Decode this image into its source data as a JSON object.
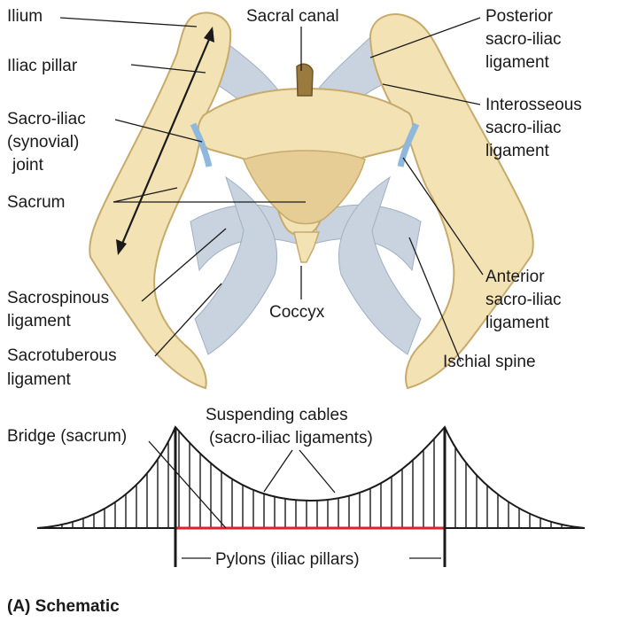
{
  "labels": {
    "ilium": "Ilium",
    "iliac_pillar": "Iliac pillar",
    "sacroiliac_joint": [
      "Sacro-iliac",
      "(synovial)",
      "joint"
    ],
    "sacrum": "Sacrum",
    "sacrospinous": [
      "Sacrospinous",
      "ligament"
    ],
    "sacrotuberous": [
      "Sacrotuberous",
      "ligament"
    ],
    "sacral_canal": "Sacral canal",
    "coccyx": "Coccyx",
    "posterior_ligament": [
      "Posterior",
      "sacro-iliac",
      "ligament"
    ],
    "interosseous_ligament": [
      "Interosseous",
      "sacro-iliac",
      "ligament"
    ],
    "anterior_ligament": [
      "Anterior",
      "sacro-iliac",
      "ligament"
    ],
    "ischial_spine": "Ischial spine"
  },
  "schematic": {
    "cables": [
      "Suspending cables",
      "(sacro-iliac ligaments)"
    ],
    "bridge": "Bridge (sacrum)",
    "pylons": "Pylons (iliac pillars)"
  },
  "caption": "(A) Schematic",
  "colors": {
    "bone": "#f2e2b4",
    "bone_edge": "#c7aa6c",
    "sacrum": "#e6cd95",
    "ligament": "#c9d3df",
    "joint": "#8fb8dc",
    "bridge_deck": "#e0202a"
  }
}
